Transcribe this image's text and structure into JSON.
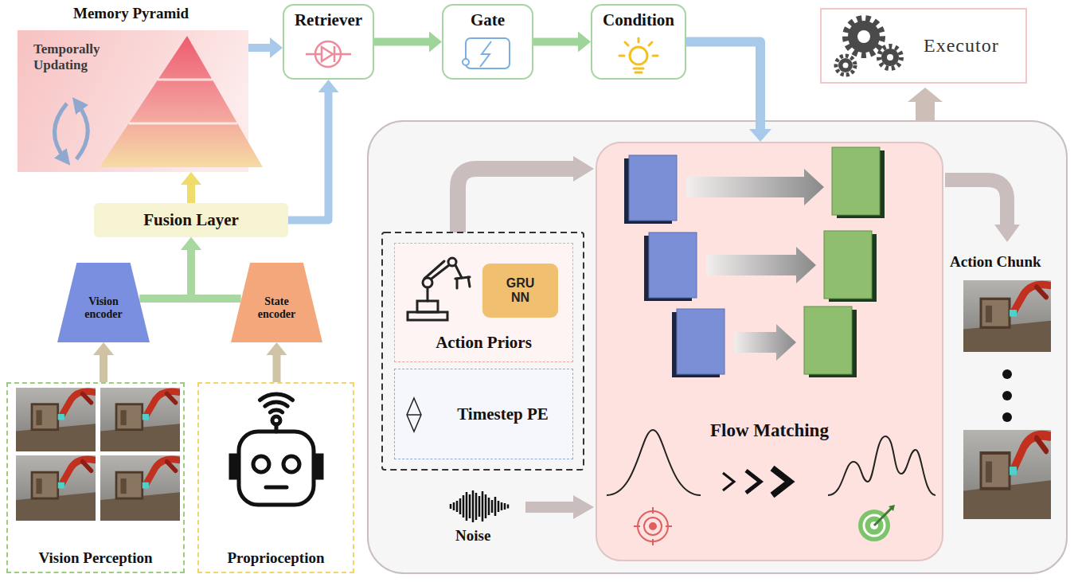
{
  "diagram": {
    "nodes": [
      {
        "text": [
          "Memory Pyramid",
          "Temporally Updating"
        ]
      },
      {
        "text": [
          "Retriever"
        ]
      },
      {
        "text": [
          "Gate"
        ]
      },
      {
        "text": [
          "Condition"
        ]
      },
      {
        "text": [
          "Executor"
        ]
      },
      {
        "text": [
          "Fusion Layer"
        ]
      },
      {
        "text": [
          "Vision encoder"
        ]
      },
      {
        "text": [
          "State encoder"
        ]
      },
      {
        "text": [
          "Vision Perception"
        ]
      },
      {
        "text": [
          "Proprioception"
        ]
      },
      {
        "text": [
          "Action Priors"
        ]
      },
      {
        "text": [
          "GRU NN"
        ],
        "in": 10
      },
      {
        "text": [
          "Timestep PE"
        ]
      },
      {
        "text": [
          "Flow Matching"
        ]
      }
    ],
    "edges": [
      {
        "from": 5,
        "to": 0,
        "arrow": "to"
      },
      {
        "from": 5,
        "to": 1,
        "arrow": "to"
      },
      {
        "from": 0,
        "to": 1,
        "arrow": "to"
      },
      {
        "from": 1,
        "to": 2,
        "arrow": "to"
      },
      {
        "from": 2,
        "to": 3,
        "arrow": "to"
      },
      {
        "from": 3,
        "to": 13,
        "arrow": "to"
      },
      {
        "from": 6,
        "to": 5,
        "arrow": "to"
      },
      {
        "from": 7,
        "to": 5,
        "arrow": "to"
      },
      {
        "from": 8,
        "to": 6,
        "arrow": "to"
      },
      {
        "from": 9,
        "to": 7,
        "arrow": "to"
      }
    ],
    "labels": [
      "Noise",
      "Action Chunk"
    ]
  }
}
